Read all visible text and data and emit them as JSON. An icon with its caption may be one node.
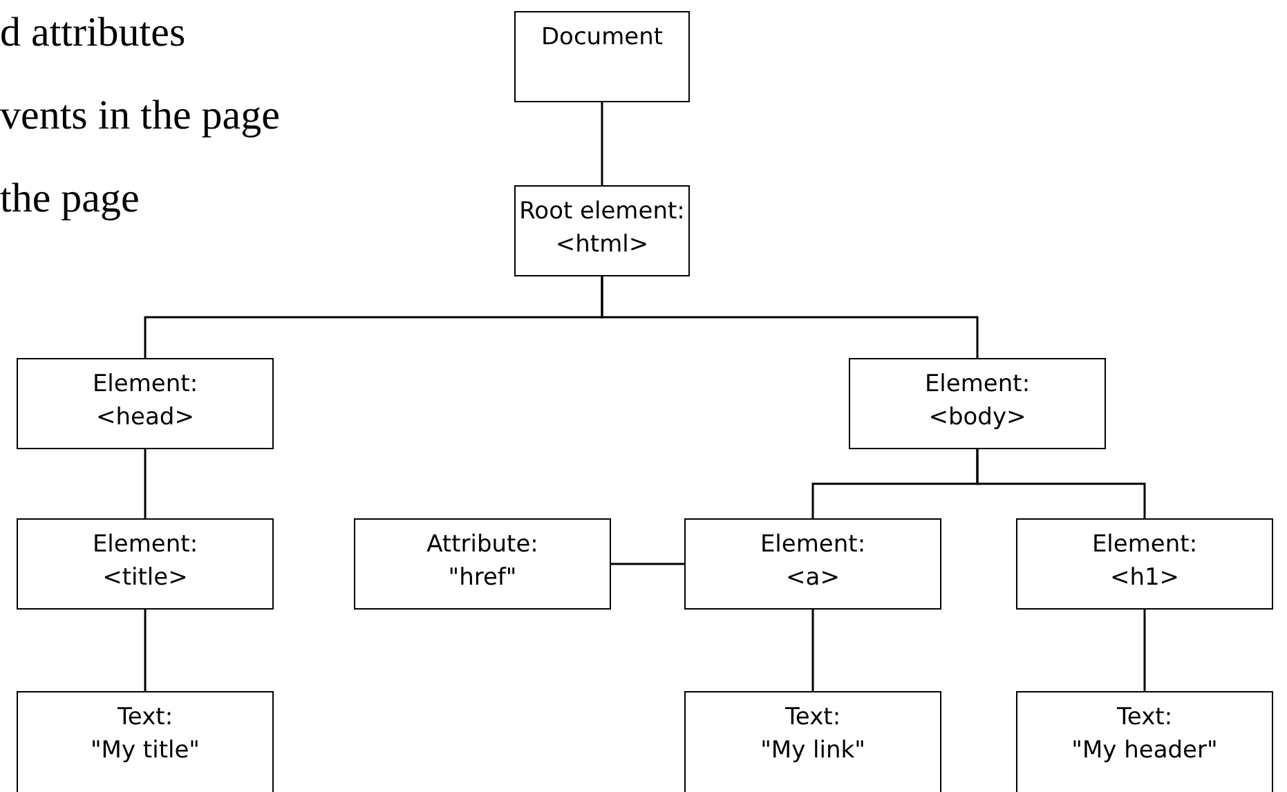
{
  "diagram": {
    "nodes": [
      {
        "text": [
          "Document"
        ]
      },
      {
        "text": [
          "Root element:",
          "<html>"
        ]
      },
      {
        "text": [
          "Element:",
          "<head>"
        ]
      },
      {
        "text": [
          "Element:",
          "<body>"
        ]
      },
      {
        "text": [
          "Element:",
          "<title>"
        ]
      },
      {
        "text": [
          "Attribute:",
          "\"href\""
        ]
      },
      {
        "text": [
          "Element:",
          "<a>"
        ]
      },
      {
        "text": [
          "Element:",
          "<h1>"
        ]
      },
      {
        "text": [
          "Text:",
          "\"My title\""
        ]
      },
      {
        "text": [
          "Text:",
          "\"My link\""
        ]
      },
      {
        "text": [
          "Text:",
          "\"My header\""
        ]
      }
    ],
    "edges": [
      {
        "from": 0,
        "to": 1,
        "arrow": "none"
      },
      {
        "from": 1,
        "to": 2,
        "arrow": "none"
      },
      {
        "from": 1,
        "to": 3,
        "arrow": "none"
      },
      {
        "from": 2,
        "to": 4,
        "arrow": "none"
      },
      {
        "from": 3,
        "to": 6,
        "arrow": "none"
      },
      {
        "from": 3,
        "to": 7,
        "arrow": "none"
      },
      {
        "from": 5,
        "to": 6,
        "arrow": "none"
      },
      {
        "from": 4,
        "to": 8,
        "arrow": "none"
      },
      {
        "from": 6,
        "to": 9,
        "arrow": "none"
      },
      {
        "from": 7,
        "to": 10,
        "arrow": "none"
      }
    ],
    "labels": [
      "d attributes",
      "vents in the page",
      "the page"
    ]
  }
}
